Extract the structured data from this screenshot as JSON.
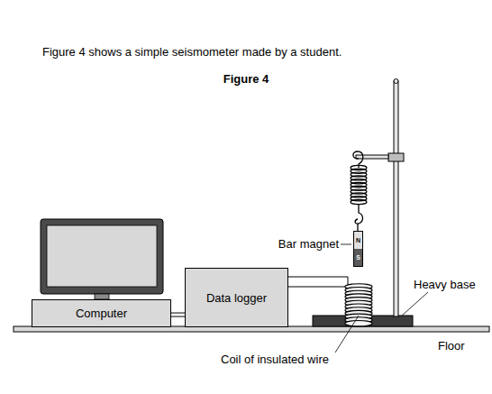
{
  "diagram": {
    "title": "Figure 4",
    "nodes": [
      {
        "text": [
          "N",
          "S"
        ]
      },
      {
        "text": [
          "Computer"
        ]
      },
      {
        "text": [
          "Data logger"
        ]
      }
    ],
    "edges": [
      {
        "from": 1,
        "to": 2,
        "arrow": "none"
      }
    ],
    "labels": [
      "Figure 4 shows a simple seismometer made by a student.",
      "Bar magnet",
      "Heavy base",
      "Coil of insulated wire",
      "Floor"
    ]
  }
}
